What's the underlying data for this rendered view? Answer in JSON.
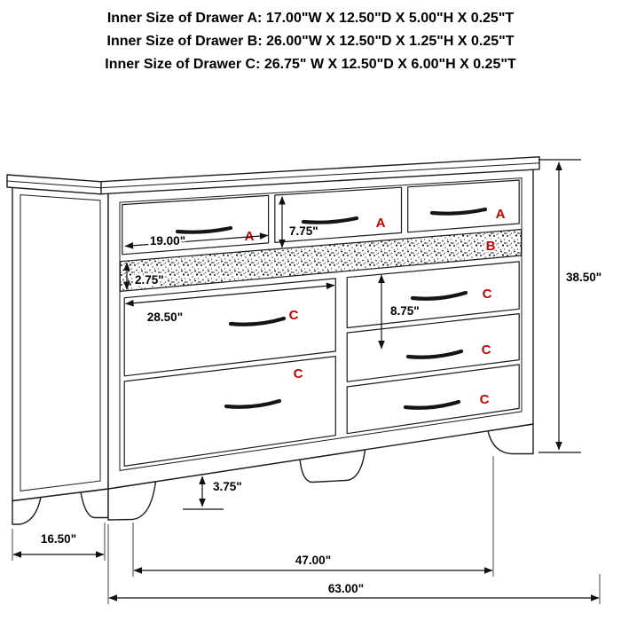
{
  "header": {
    "line1": "Inner Size of Drawer A: 17.00\"W X 12.50\"D X 5.00\"H X 0.25\"T",
    "line2": "Inner Size of Drawer B: 26.00\"W X 12.50\"D X 1.25\"H X 0.25\"T",
    "line3": "Inner Size of Drawer C: 26.75\" W X 12.50\"D X 6.00\"H X 0.25\"T"
  },
  "drawer_labels": {
    "a": "A",
    "b": "B",
    "c": "C"
  },
  "dimensions": {
    "drawer_a_front_width": "19.00\"",
    "drawer_a_front_height": "7.75\"",
    "drawer_b_front_height": "2.75\"",
    "drawer_c_left_front_width": "28.50\"",
    "drawer_c_front_height": "8.75\"",
    "overall_height": "38.50\"",
    "foot_height": "3.75\"",
    "side_depth": "16.50\"",
    "inner_feet_span": "47.00\"",
    "overall_width": "63.00\""
  },
  "colors": {
    "label_red": "#c80000",
    "line_black": "#1c1c1c"
  }
}
